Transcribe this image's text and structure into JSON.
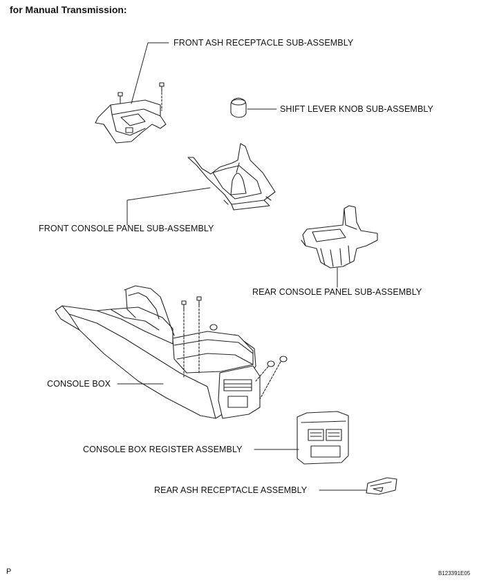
{
  "heading": "for Manual Transmission:",
  "labels": {
    "front_ash": "FRONT ASH RECEPTACLE SUB-ASSEMBLY",
    "shift_knob": "SHIFT LEVER KNOB SUB-ASSEMBLY",
    "front_console": "FRONT CONSOLE PANEL SUB-ASSEMBLY",
    "rear_console": "REAR CONSOLE PANEL SUB-ASSEMBLY",
    "console_box": "CONSOLE BOX",
    "register": "CONSOLE BOX REGISTER ASSEMBLY",
    "rear_ash": "REAR ASH RECEPTACLE ASSEMBLY"
  },
  "footer": {
    "page_letter": "P",
    "figure_code": "B123391E05"
  }
}
